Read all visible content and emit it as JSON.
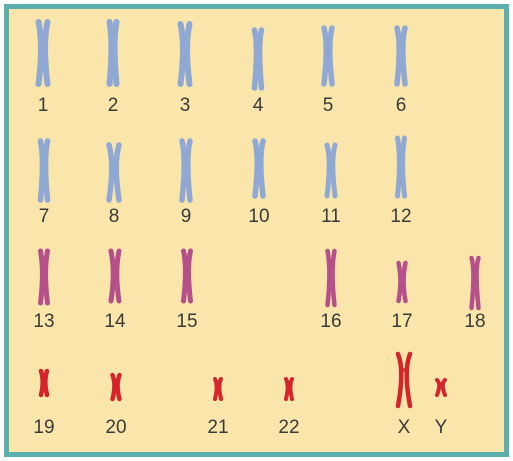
{
  "title": "",
  "colors": {
    "frame": "#5bb0ad",
    "background": "#fae6aa",
    "label_text": "#3a3a3a",
    "group_blue": "#8fa8d4",
    "group_magenta": "#b5508a",
    "group_red": "#d6242b"
  },
  "chromosomes": [
    {
      "label": "1",
      "color_group": "blue"
    },
    {
      "label": "2",
      "color_group": "blue"
    },
    {
      "label": "3",
      "color_group": "blue"
    },
    {
      "label": "4",
      "color_group": "blue"
    },
    {
      "label": "5",
      "color_group": "blue"
    },
    {
      "label": "6",
      "color_group": "blue"
    },
    {
      "label": "7",
      "color_group": "blue"
    },
    {
      "label": "8",
      "color_group": "blue"
    },
    {
      "label": "9",
      "color_group": "blue"
    },
    {
      "label": "10",
      "color_group": "blue"
    },
    {
      "label": "11",
      "color_group": "blue"
    },
    {
      "label": "12",
      "color_group": "blue"
    },
    {
      "label": "13",
      "color_group": "magenta"
    },
    {
      "label": "14",
      "color_group": "magenta"
    },
    {
      "label": "15",
      "color_group": "magenta"
    },
    {
      "label": "16",
      "color_group": "magenta"
    },
    {
      "label": "17",
      "color_group": "magenta"
    },
    {
      "label": "18",
      "color_group": "magenta"
    },
    {
      "label": "19",
      "color_group": "red"
    },
    {
      "label": "20",
      "color_group": "red"
    },
    {
      "label": "21",
      "color_group": "red"
    },
    {
      "label": "22",
      "color_group": "red"
    },
    {
      "label": "X",
      "color_group": "red"
    },
    {
      "label": "Y",
      "color_group": "red"
    }
  ]
}
